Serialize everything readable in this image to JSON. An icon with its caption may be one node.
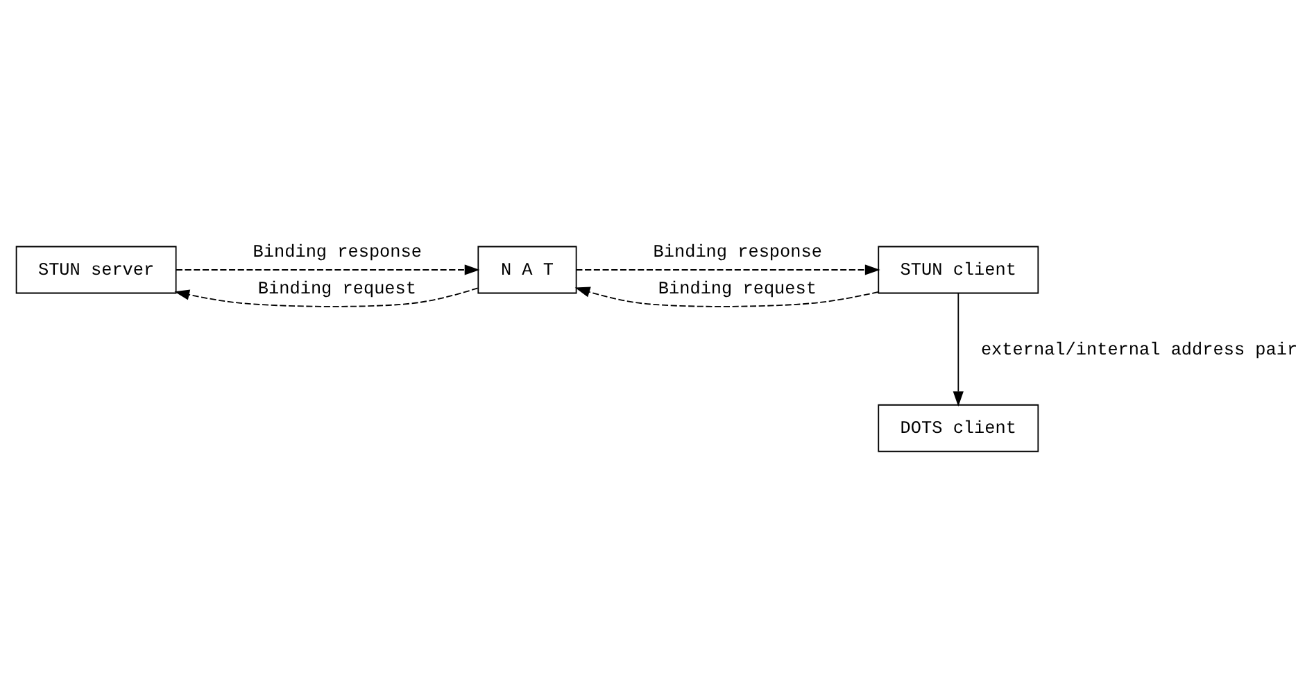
{
  "diagram": {
    "nodes": [
      {
        "text": [
          "STUN server"
        ]
      },
      {
        "text": [
          "N A T"
        ]
      },
      {
        "text": [
          "STUN client"
        ]
      },
      {
        "text": [
          "DOTS client"
        ]
      }
    ],
    "edges": [
      {
        "from": 1,
        "to": 0,
        "arrow": "to",
        "label": "Binding request",
        "style": "dashed"
      },
      {
        "from": 2,
        "to": 1,
        "arrow": "to",
        "label": "Binding request",
        "style": "dashed"
      },
      {
        "from": 0,
        "to": 1,
        "arrow": "to",
        "label": "Binding response",
        "style": "dashed"
      },
      {
        "from": 1,
        "to": 2,
        "arrow": "to",
        "label": "Binding response",
        "style": "dashed"
      },
      {
        "from": 2,
        "to": 3,
        "arrow": "to",
        "label": "external/internal address pair"
      }
    ]
  }
}
